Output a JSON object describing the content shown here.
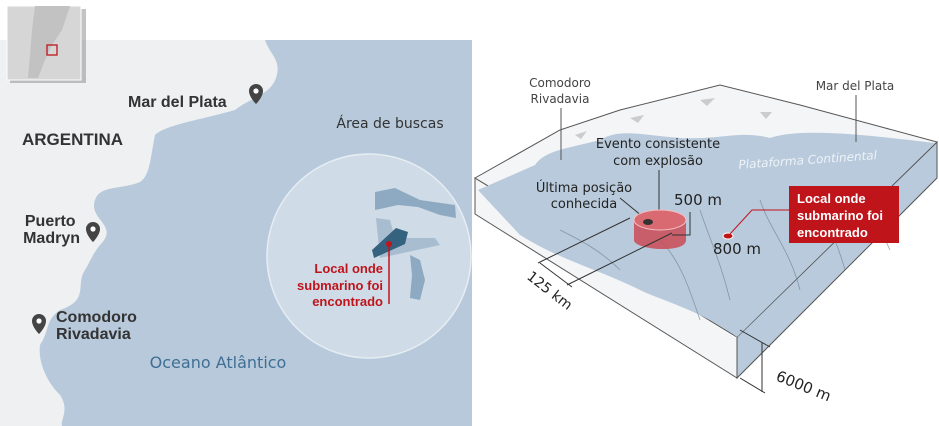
{
  "map": {
    "country": "ARGENTINA",
    "cities": [
      "Mar del Plata",
      "Puerto Madryn",
      "Comodoro Rivadavia"
    ],
    "ocean": "Oceano Atlântico",
    "search_area": "Área de buscas",
    "found_label": [
      "Local onde",
      "submarino foi",
      "encontrado"
    ],
    "colors": {
      "sea": "#b7c9db",
      "land": "#eef0f2",
      "marker": "#c0141b"
    }
  },
  "diagram": {
    "city_left": [
      "Comodoro",
      "Rivadavia"
    ],
    "city_right": "Mar del Plata",
    "shelf_label": "Plataforma Continental",
    "event_label": [
      "Evento consistente",
      "com explosão"
    ],
    "last_position": [
      "Última posição",
      "conhecida"
    ],
    "depth_500": "500 m",
    "depth_800": "800 m",
    "found_label": [
      "Local onde",
      "submarino foi",
      "encontrado"
    ],
    "scale_width": "125 km",
    "scale_depth": "6000 m"
  }
}
